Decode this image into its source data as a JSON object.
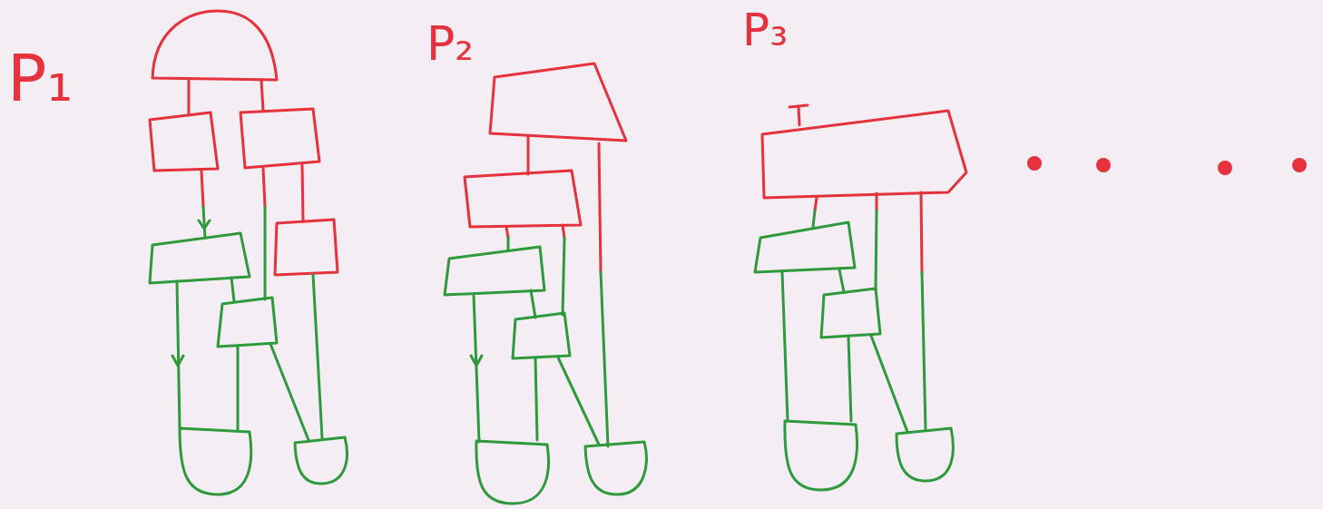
{
  "diagram": {
    "labels": [
      "P₁",
      "P₂",
      "P₃"
    ]
  }
}
